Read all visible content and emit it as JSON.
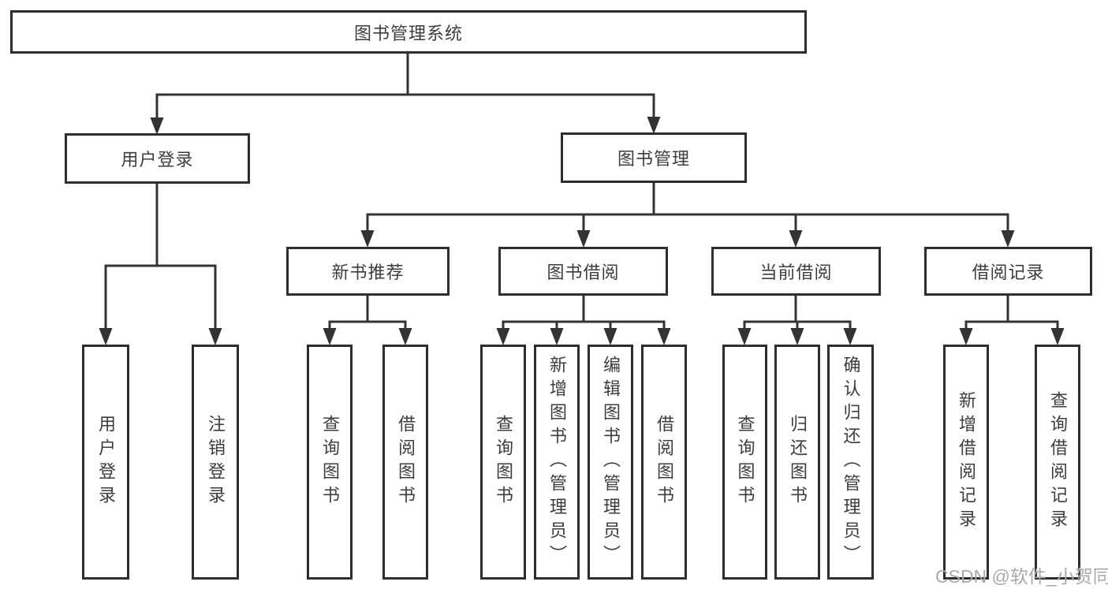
{
  "diagram": {
    "root": {
      "label": "图书管理系统"
    },
    "level2": [
      {
        "id": "user-login",
        "label": "用户登录"
      },
      {
        "id": "book-management",
        "label": "图书管理"
      }
    ],
    "level3": [
      {
        "id": "new-book-recommend",
        "label": "新书推荐"
      },
      {
        "id": "book-borrowing",
        "label": "图书借阅"
      },
      {
        "id": "current-borrowing",
        "label": "当前借阅"
      },
      {
        "id": "borrowing-records",
        "label": "借阅记录"
      }
    ],
    "leaves": {
      "user_login": [
        {
          "label": "用户登录"
        },
        {
          "label": "注销登录"
        }
      ],
      "new_book_recommend": [
        {
          "label": "查询图书"
        },
        {
          "label": "借阅图书"
        }
      ],
      "book_borrowing": [
        {
          "label": "查询图书"
        },
        {
          "label": "新增图书（管理员）"
        },
        {
          "label": "编辑图书（管理员）"
        },
        {
          "label": "借阅图书"
        }
      ],
      "current_borrowing": [
        {
          "label": "查询图书"
        },
        {
          "label": "归还图书"
        },
        {
          "label": "确认归还（管理员）"
        }
      ],
      "borrowing_records": [
        {
          "label": "新增借阅记录"
        },
        {
          "label": "查询借阅记录"
        }
      ]
    },
    "watermark": "CSDN @软件_小贺同学",
    "colors": {
      "line": "#333333",
      "box_border": "#2e2e2e",
      "box_fill": "#ffffff",
      "text": "#3d3d3d",
      "watermark": "#a9a9a9",
      "background": "#ffffff"
    }
  }
}
